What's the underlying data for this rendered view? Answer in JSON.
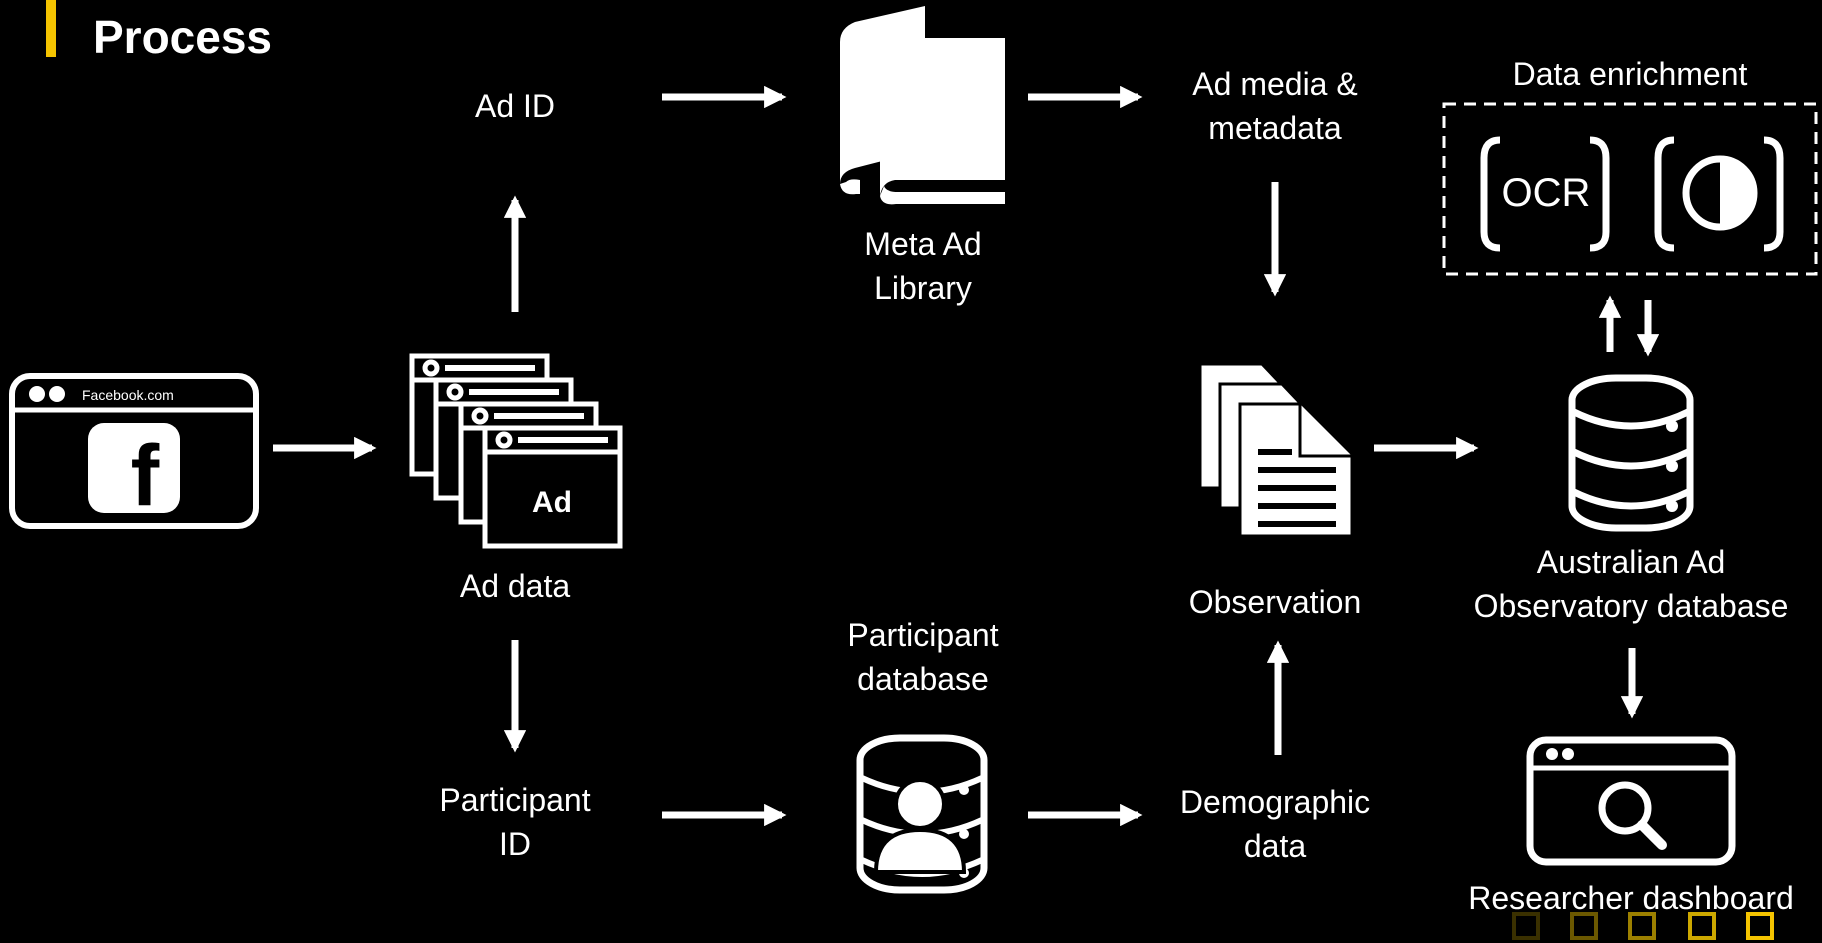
{
  "slide": {
    "title": "Process",
    "accent_color": "#f5c400"
  },
  "facebook_window": {
    "url": "Facebook.com",
    "logo_letter": "f",
    "icon": "facebook-browser-icon"
  },
  "nodes": {
    "ad_data": {
      "label": "Ad data",
      "icon_text": "Ad",
      "icon": "ad-windows-stack-icon"
    },
    "ad_id": {
      "label": "Ad ID"
    },
    "participant_id": {
      "line1": "Participant",
      "line2": "ID"
    },
    "meta_ad_library": {
      "line1": "Meta Ad",
      "line2": "Library",
      "icon": "books-icon"
    },
    "participant_database": {
      "line1": "Participant",
      "line2": "database",
      "icon": "user-database-icon"
    },
    "ad_media": {
      "line1": "Ad media &",
      "line2": "metadata"
    },
    "demographic_data": {
      "line1": "Demographic",
      "line2": "data"
    },
    "observation": {
      "label": "Observation",
      "icon": "documents-icon"
    },
    "data_enrichment": {
      "label": "Data enrichment",
      "ocr_text": "OCR",
      "icons": [
        "ocr-icon",
        "contrast-icon"
      ]
    },
    "aao_database": {
      "line1": "Australian Ad",
      "line2": "Observatory database",
      "icon": "database-icon"
    },
    "researcher_dashboard": {
      "label": "Researcher dashboard",
      "icon": "search-browser-icon"
    }
  },
  "decor": {
    "squares_colors": [
      "#3a3000",
      "#6b5800",
      "#9c8000",
      "#cda800",
      "#f5c400"
    ]
  }
}
